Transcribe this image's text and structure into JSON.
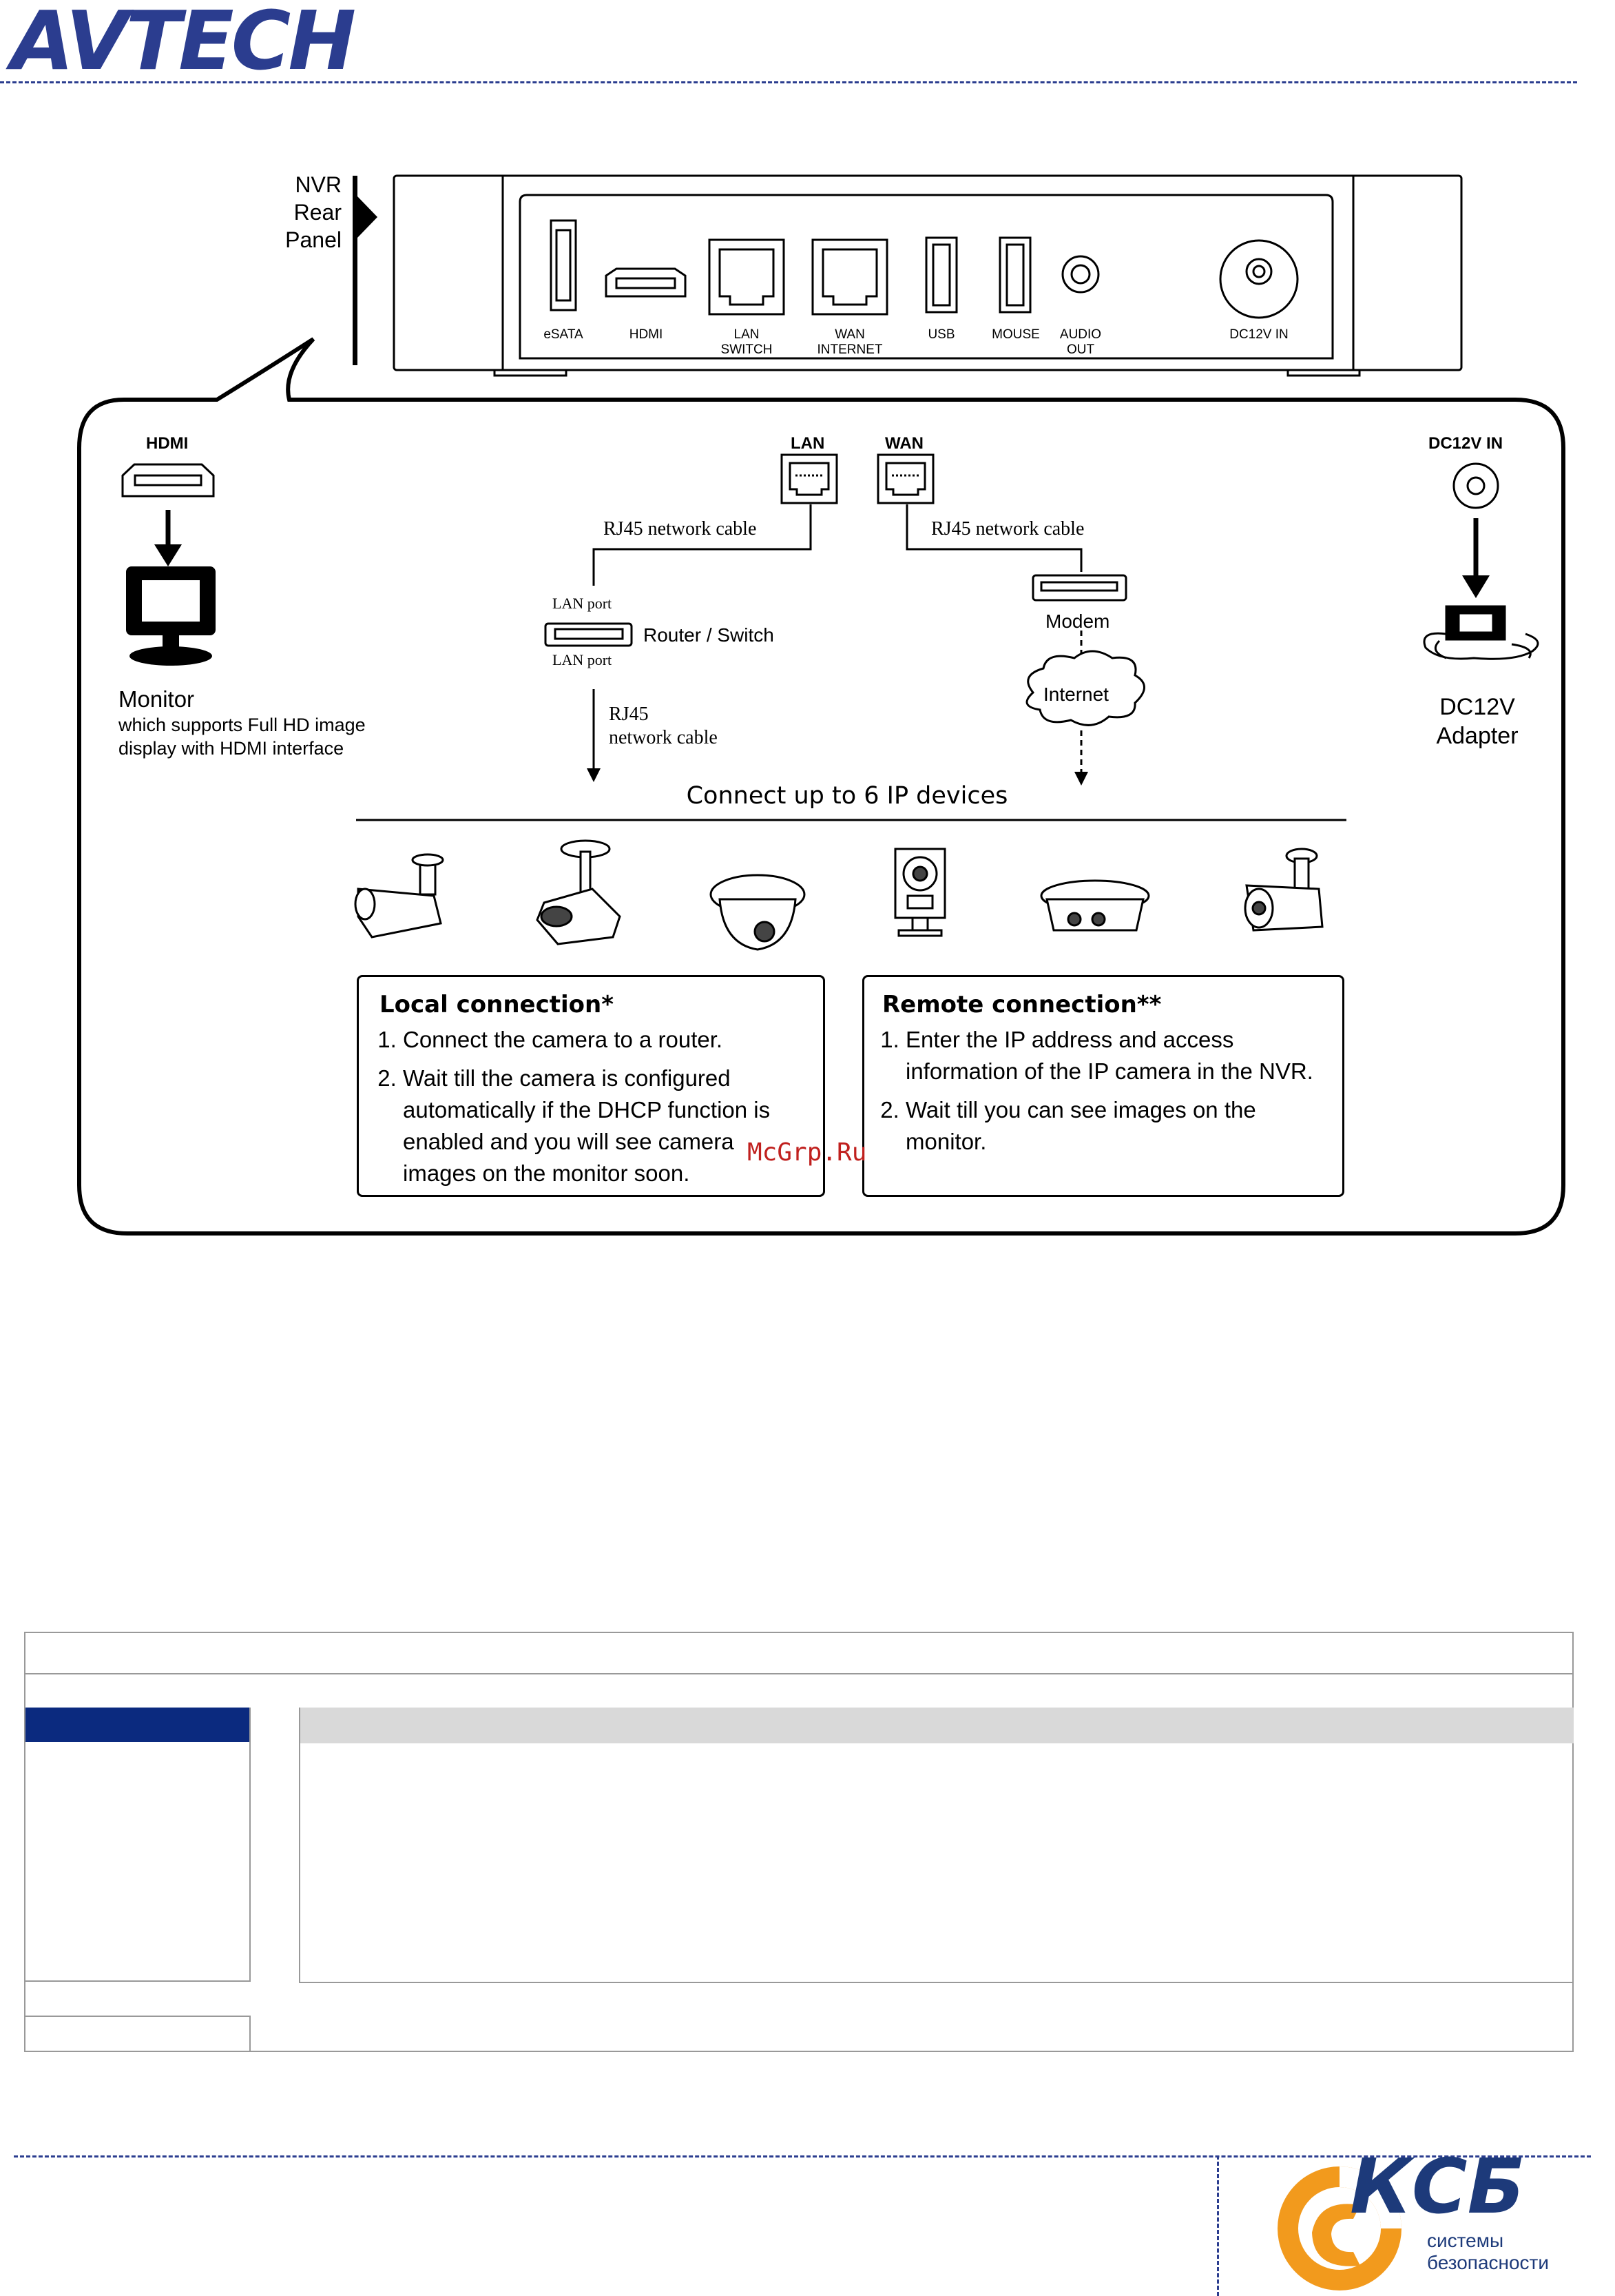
{
  "brand": {
    "name": "AVTECH",
    "color": "#2b3d8f"
  },
  "rear_panel": {
    "title_lines": [
      "NVR",
      "Rear",
      "Panel"
    ],
    "ports": [
      {
        "key": "esata",
        "label": "eSATA"
      },
      {
        "key": "hdmi",
        "label": "HDMI"
      },
      {
        "key": "lan",
        "label": "LAN\nSWITCH"
      },
      {
        "key": "wan",
        "label": "WAN\nINTERNET"
      },
      {
        "key": "usb",
        "label": "USB"
      },
      {
        "key": "mouse",
        "label": "MOUSE"
      },
      {
        "key": "audio",
        "label": "AUDIO\nOUT"
      },
      {
        "key": "dc",
        "label": "DC12V IN"
      }
    ]
  },
  "diagram": {
    "hdmi_label": "HDMI",
    "monitor_title": "Monitor",
    "monitor_desc": "which supports Full HD image\ndisplay with HDMI interface",
    "lan_label": "LAN",
    "wan_label": "WAN",
    "rj45_left": "RJ45 network cable",
    "rj45_right": "RJ45 network cable",
    "lan_port_top": "LAN port",
    "lan_port_bottom": "LAN port",
    "router_label": "Router / Switch",
    "rj45_down_1": "RJ45",
    "rj45_down_2": "network cable",
    "modem_label": "Modem",
    "internet_label": "Internet",
    "dc_label": "DC12V IN",
    "adapter_label_1": "DC12V",
    "adapter_label_2": "Adapter",
    "connect_label": "Connect up to 6 IP devices"
  },
  "local_box": {
    "title": "Local connection*",
    "items": [
      "Connect the camera to a router.",
      "Wait till the camera is configured automatically if the DHCP function is enabled and you will see camera images on the monitor soon."
    ]
  },
  "remote_box": {
    "title": "Remote connection**",
    "items": [
      "Enter the IP address and access information of the IP camera in the NVR.",
      "Wait till you can see images on the monitor."
    ]
  },
  "watermark": "McGrp.Ru",
  "footer": {
    "logo_text": "КСБ",
    "tagline_1": "системы",
    "tagline_2": "безопасности",
    "logo_colors": {
      "orange": "#f29a1d",
      "blue": "#1d3a7a"
    }
  },
  "table_colors": {
    "highlight": "#0b2a7f",
    "header_gray": "#d9d9d9"
  }
}
